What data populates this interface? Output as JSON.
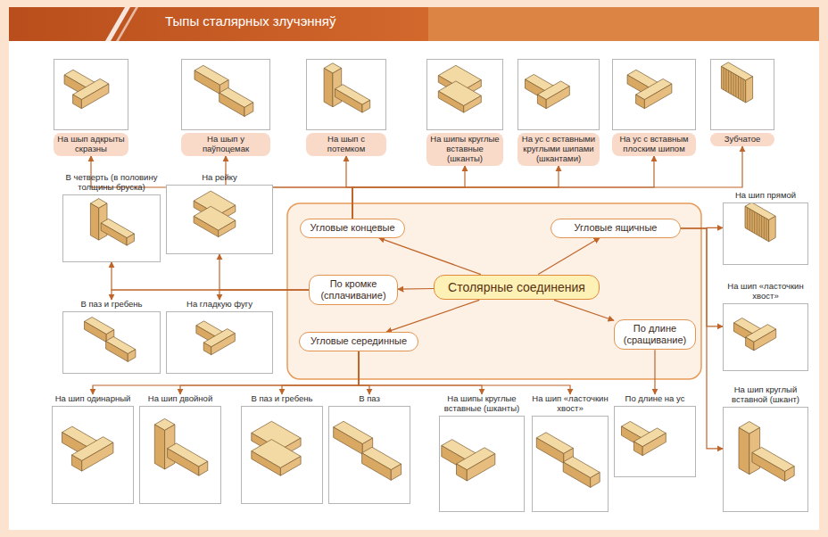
{
  "diagram": {
    "title": "Тыпы сталярных злучэнняў",
    "nodes": [
      {
        "text": [
          "На шып адкрыты скразны"
        ]
      },
      {
        "text": [
          "На шып у паўпоцемак"
        ]
      },
      {
        "text": [
          "На шып с потемком"
        ]
      },
      {
        "text": [
          "На шипы круглые вставные (шканты)"
        ]
      },
      {
        "text": [
          "На ус с вставными круглыми шипами (шкантами)"
        ]
      },
      {
        "text": [
          "На ус с вставным плоским шипом"
        ]
      },
      {
        "text": [
          "Зубчатое"
        ]
      },
      {
        "text": [
          "В четверть (в половину толщины бруска)"
        ]
      },
      {
        "text": [
          "На рейку"
        ]
      },
      {
        "text": [
          "Угловые концевые"
        ]
      },
      {
        "text": [
          "Угловые ящичные"
        ]
      },
      {
        "text": [
          "На шип прямой"
        ]
      },
      {
        "text": [
          "По кромке (сплачивание)"
        ]
      },
      {
        "text": [
          "Столярные соединения"
        ]
      },
      {
        "text": [
          "В паз и гребень"
        ]
      },
      {
        "text": [
          "На гладкую фугу"
        ]
      },
      {
        "text": [
          "На шип «ласточкин хвост»"
        ]
      },
      {
        "text": [
          "Угловые серединные"
        ]
      },
      {
        "text": [
          "По длине (сращивание)"
        ]
      },
      {
        "text": [
          "На шип круглый вставной (шкант)"
        ]
      },
      {
        "text": [
          "На шип одинарный"
        ]
      },
      {
        "text": [
          "На шип двойной"
        ]
      },
      {
        "text": [
          "В паз и гребень"
        ]
      },
      {
        "text": [
          "В паз"
        ]
      },
      {
        "text": [
          "На шипы круглые вставные (шканты)"
        ]
      },
      {
        "text": [
          "На шип «ласточкин хвост»"
        ]
      },
      {
        "text": [
          "По длине на ус"
        ]
      }
    ],
    "edges": [
      {
        "from": 13,
        "to": 9,
        "arrow": "to"
      },
      {
        "from": 13,
        "to": 10,
        "arrow": "to"
      },
      {
        "from": 13,
        "to": 12,
        "arrow": "to"
      },
      {
        "from": 13,
        "to": 17,
        "arrow": "to"
      },
      {
        "from": 13,
        "to": 18,
        "arrow": "to"
      },
      {
        "from": 9,
        "to": 0,
        "arrow": "to"
      },
      {
        "from": 9,
        "to": 1,
        "arrow": "to"
      },
      {
        "from": 9,
        "to": 2,
        "arrow": "to"
      },
      {
        "from": 9,
        "to": 3,
        "arrow": "to"
      },
      {
        "from": 9,
        "to": 4,
        "arrow": "to"
      },
      {
        "from": 9,
        "to": 5,
        "arrow": "to"
      },
      {
        "from": 9,
        "to": 6,
        "arrow": "to"
      },
      {
        "from": 10,
        "to": 11,
        "arrow": "to"
      },
      {
        "from": 10,
        "to": 16,
        "arrow": "to"
      },
      {
        "from": 10,
        "to": 19,
        "arrow": "to"
      },
      {
        "from": 12,
        "to": 7,
        "arrow": "to"
      },
      {
        "from": 12,
        "to": 8,
        "arrow": "to"
      },
      {
        "from": 12,
        "to": 14,
        "arrow": "to"
      },
      {
        "from": 12,
        "to": 15,
        "arrow": "to"
      },
      {
        "from": 17,
        "to": 20,
        "arrow": "to"
      },
      {
        "from": 17,
        "to": 21,
        "arrow": "to"
      },
      {
        "from": 17,
        "to": 22,
        "arrow": "to"
      },
      {
        "from": 17,
        "to": 23,
        "arrow": "to"
      },
      {
        "from": 17,
        "to": 24,
        "arrow": "to"
      },
      {
        "from": 17,
        "to": 25,
        "arrow": "to"
      },
      {
        "from": 18,
        "to": 26,
        "arrow": "to"
      }
    ]
  }
}
